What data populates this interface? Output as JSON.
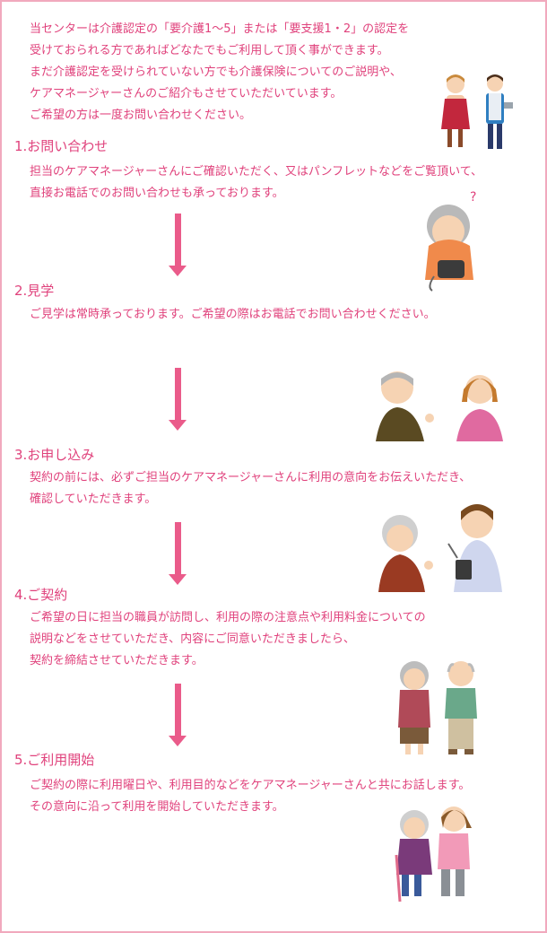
{
  "intro": {
    "lines": [
      "当センターは介護認定の「要介護1〜5」または「要支援1・2」の認定を",
      "受けておられる方であればどなたでもご利用して頂く事ができます。",
      "まだ介護認定を受けられていない方でも介護保険についてのご説明や、",
      "ケアマネージャーさんのご紹介もさせていただいています。",
      "ご希望の方は一度お問い合わせください。"
    ]
  },
  "steps": [
    {
      "heading": "1.お問い合わせ",
      "lines": [
        "担当のケアマネージャーさんにご確認いただく、又はパンフレットなどをご覧頂いて、",
        "直接お電話でのお問い合わせも承っております。"
      ]
    },
    {
      "heading": "2.見学",
      "lines": [
        "ご見学は常時承っております。ご希望の際はお電話でお問い合わせください。"
      ]
    },
    {
      "heading": "3.お申し込み",
      "lines": [
        "契約の前には、必ずご担当のケアマネージャーさんに利用の意向をお伝えいただき、",
        "確認していただきます。"
      ]
    },
    {
      "heading": "4.ご契約",
      "lines": [
        "ご希望の日に担当の職員が訪問し、利用の際の注意点や利用料金についての",
        "説明などをさせていただき、内容にご同意いただきましたら、",
        "契約を締結させていただきます。"
      ]
    },
    {
      "heading": "5.ご利用開始",
      "lines": [
        "ご契約の際に利用曜日や、利用目的などをケアマネージャーさんと共にお話します。",
        "その意向に沿って利用を開始していただきます。"
      ]
    }
  ],
  "illustrations": {
    "question_mark": "?"
  },
  "colors": {
    "text": "#e0427c",
    "border": "#f1a9bd",
    "arrow": "#ea5b8a"
  }
}
